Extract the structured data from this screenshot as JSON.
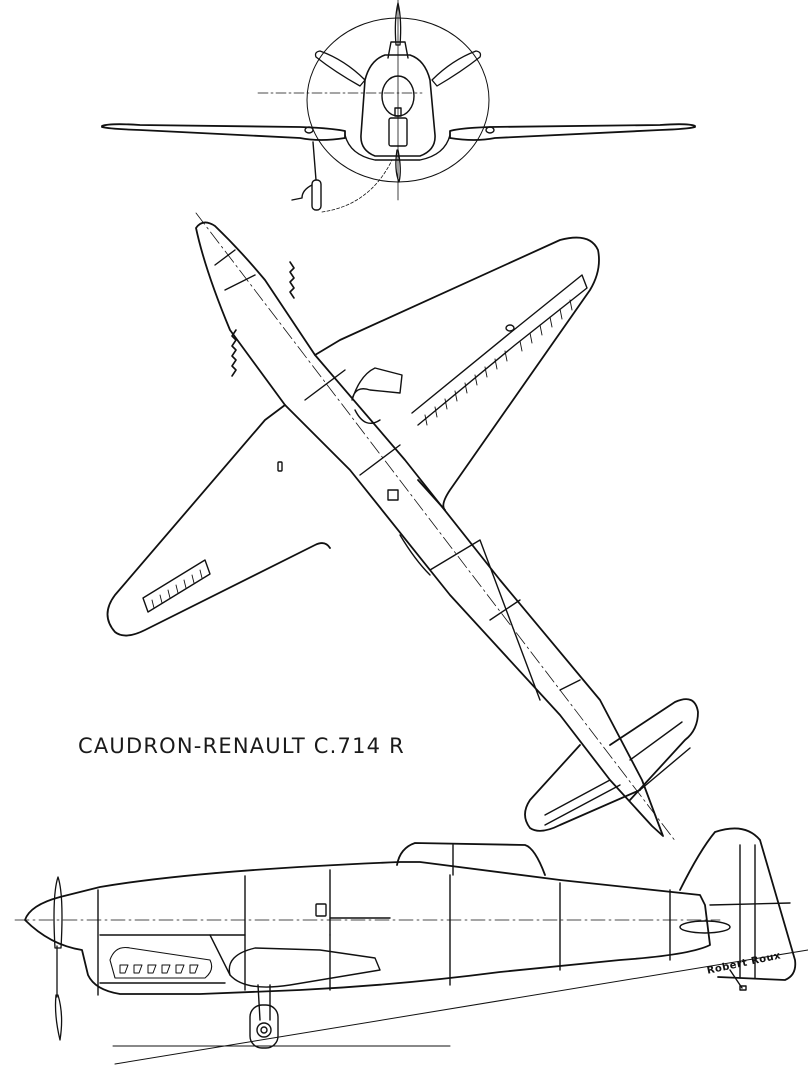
{
  "drawing": {
    "title": "CAUDRON-RENAULT C.714 R",
    "signature": "Robert Roux",
    "views": [
      "front-view",
      "plan-view",
      "side-view"
    ],
    "colors": {
      "line": "#111111",
      "background": "#ffffff"
    }
  }
}
